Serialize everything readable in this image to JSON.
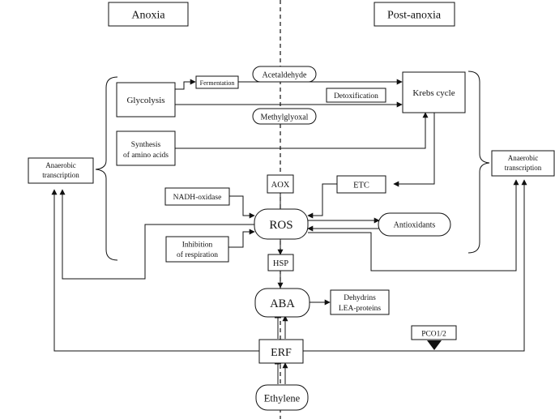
{
  "header": {
    "left_label": "Anoxia",
    "right_label": "Post-anoxia"
  },
  "nodes": {
    "fermentation": "Fermentation",
    "acetaldehyde": "Acetaldehyde",
    "glycolysis": "Glycolysis",
    "detoxification": "Detoxification",
    "krebs": "Krebs cycle",
    "methylglyoxal": "Methylglyoxal",
    "synthesis_line1": "Synthesis",
    "synthesis_line2": "of amino acids",
    "anaerobic_left_line1": "Anaerobic",
    "anaerobic_left_line2": "transcription",
    "anaerobic_right_line1": "Anaerobic",
    "anaerobic_right_line2": "transcription",
    "aox": "AOX",
    "etc": "ETC",
    "nadh": "NADH-oxidase",
    "ros": "ROS",
    "antioxidants": "Antioxidants",
    "inhibition_line1": "Inhibition",
    "inhibition_line2": "of respiration",
    "hsp": "HSP",
    "aba": "ABA",
    "dehydrins_line1": "Dehydrins",
    "dehydrins_line2": "LEA-proteins",
    "pco": "PCO1/2",
    "erf": "ERF",
    "ethylene": "Ethylene"
  },
  "colors": {
    "stroke": "#111111",
    "background": "#ffffff"
  }
}
